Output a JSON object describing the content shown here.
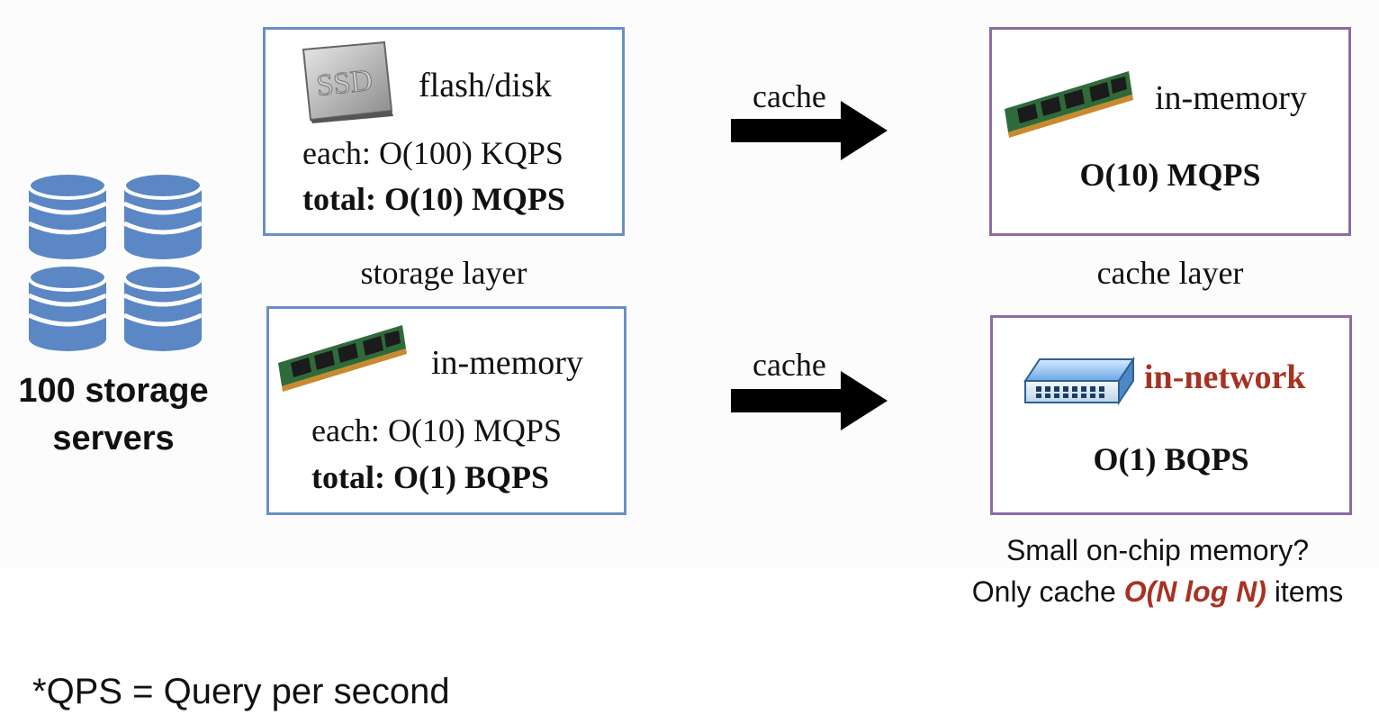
{
  "servers": {
    "label_line1": "100 storage",
    "label_line2": "servers",
    "icon": "database-stack-icon"
  },
  "storage_layer": {
    "label": "storage layer",
    "flash_box": {
      "icon": "ssd-icon",
      "icon_text": "SSD",
      "title": "flash/disk",
      "each": "each: O(100) KQPS",
      "total": "total: O(10) MQPS"
    },
    "memory_box": {
      "icon": "ram-module-icon",
      "title": "in-memory",
      "each": "each: O(10) MQPS",
      "total": "total: O(1) BQPS"
    }
  },
  "arrows": {
    "top_label": "cache",
    "bottom_label": "cache"
  },
  "cache_layer": {
    "label": "cache layer",
    "memory_box": {
      "icon": "ram-module-icon",
      "title": "in-memory",
      "throughput": "O(10) MQPS"
    },
    "network_box": {
      "icon": "network-switch-icon",
      "title": "in-network",
      "throughput": "O(1) BQPS"
    }
  },
  "note": {
    "line1": "Small on-chip memory?",
    "line2_prefix": "Only cache ",
    "line2_highlight": "O(N log N)",
    "line2_suffix": " items"
  },
  "footnote": "*QPS = Query per second",
  "colors": {
    "storage_border": "#6a8fc5",
    "cache_border": "#8c6ca6",
    "highlight": "#a83222",
    "database": "#5b87c5"
  }
}
